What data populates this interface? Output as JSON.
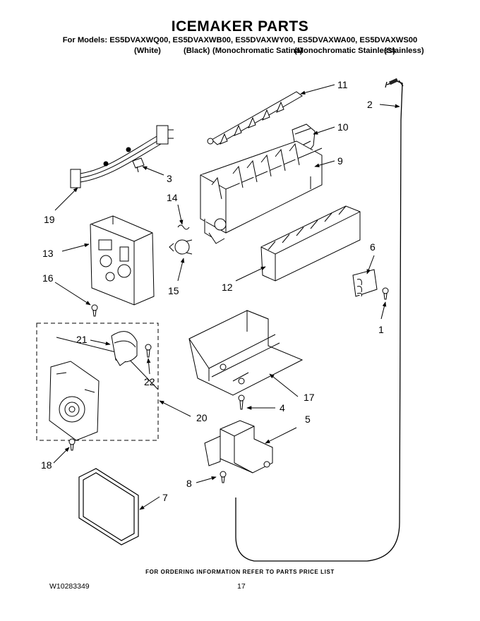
{
  "title": "ICEMAKER PARTS",
  "models_line": "For Models: ES5DVAXWQ00, ES5DVAXWB00, ES5DVAXWY00, ES5DVAXWA00, ES5DVAXWS00",
  "colors": [
    "(White)",
    "(Black)",
    "(Monochromatic Satina)",
    "(Monochromatic Stainless)",
    "(Stainless)"
  ],
  "callouts": {
    "c1": "1",
    "c2": "2",
    "c3": "3",
    "c4": "4",
    "c5": "5",
    "c6": "6",
    "c7": "7",
    "c8": "8",
    "c9": "9",
    "c10": "10",
    "c11": "11",
    "c12": "12",
    "c13": "13",
    "c14": "14",
    "c15": "15",
    "c16": "16",
    "c17": "17",
    "c18": "18",
    "c19": "19",
    "c20": "20",
    "c21": "21",
    "c22": "22"
  },
  "footer_note": "FOR ORDERING INFORMATION REFER TO PARTS PRICE LIST",
  "doc_id": "W10283349",
  "page_number": "17"
}
